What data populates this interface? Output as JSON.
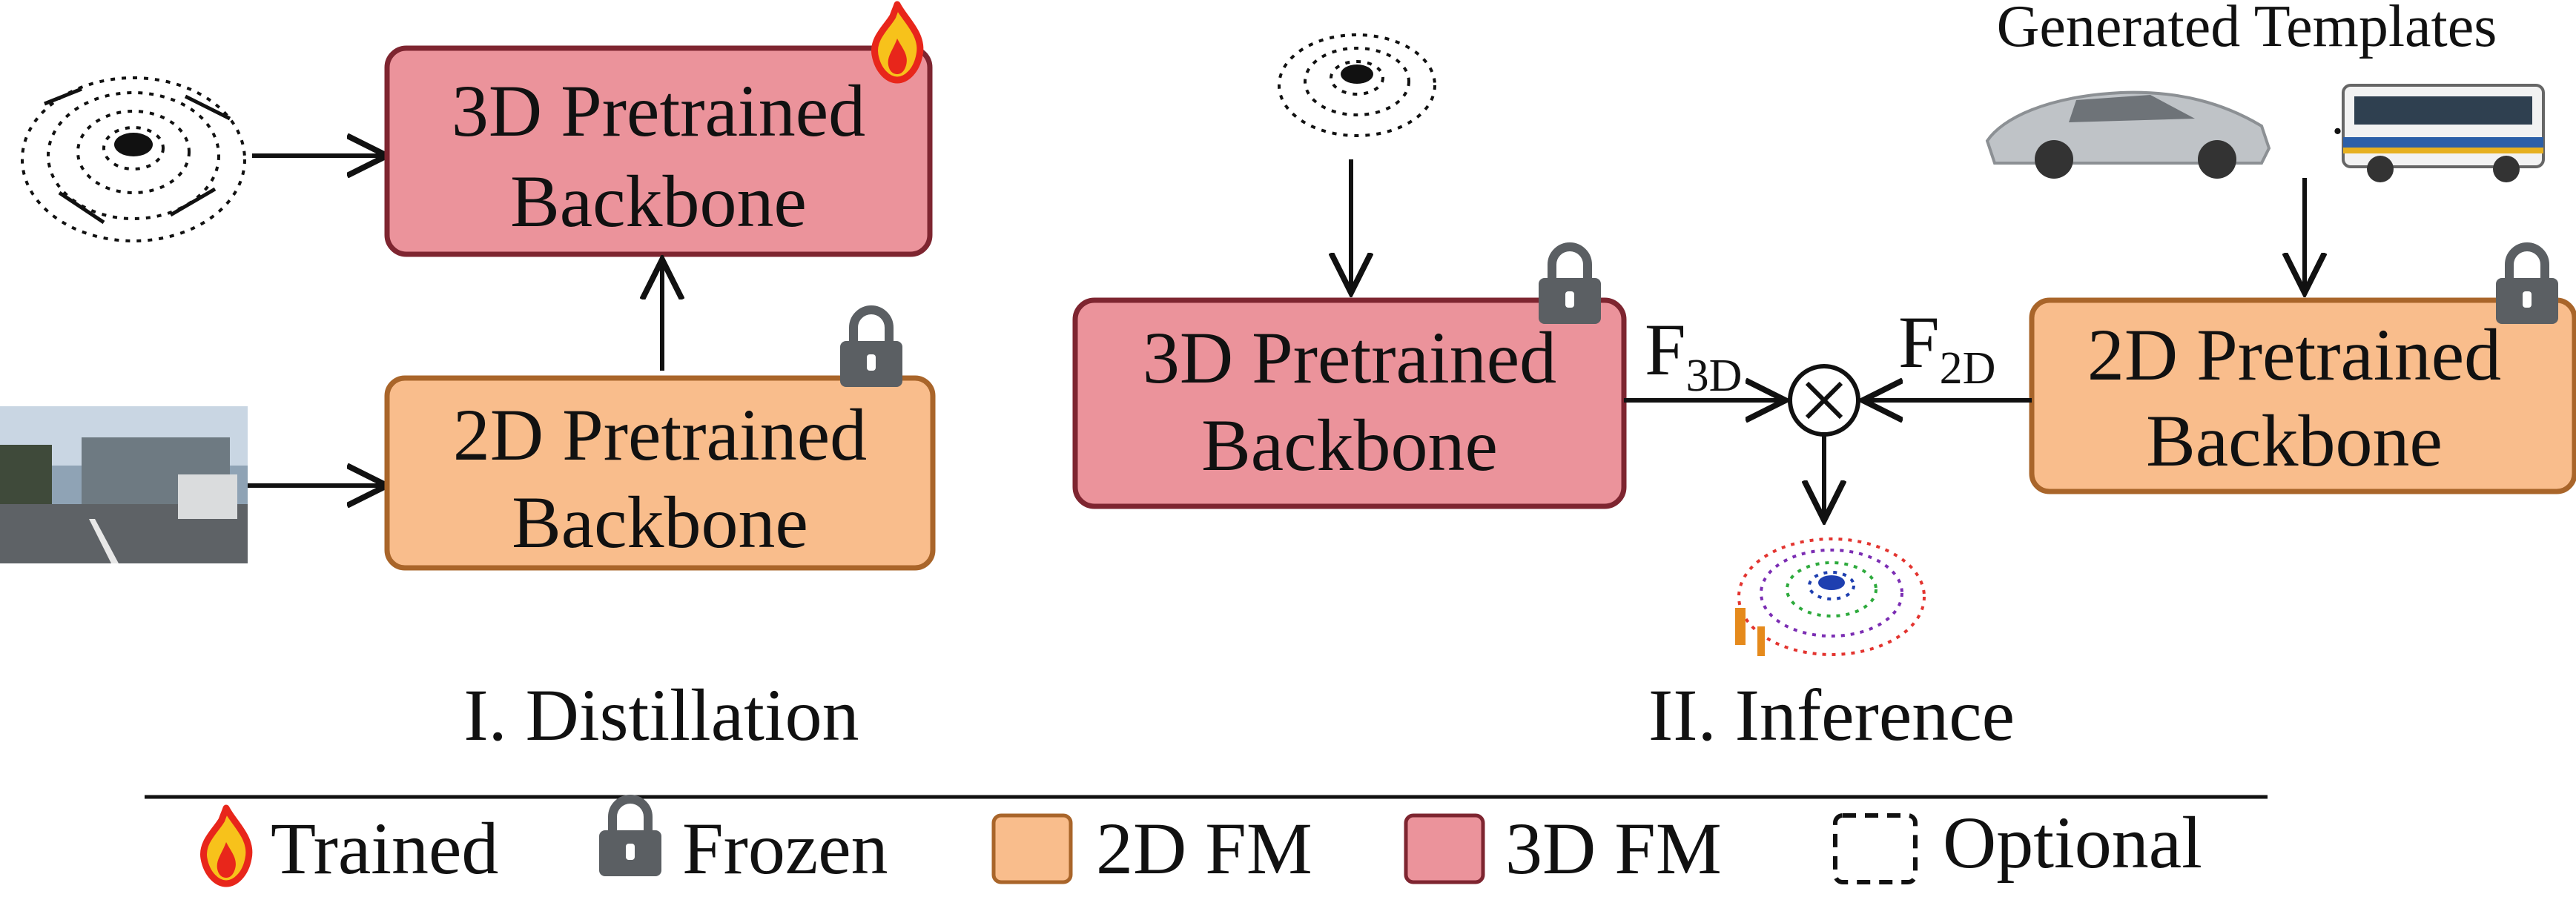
{
  "distillation": {
    "backbone_3d": {
      "line1": "3D Pretrained",
      "line2": "Backbone"
    },
    "backbone_2d": {
      "line1": "2D Pretrained",
      "line2": "Backbone"
    },
    "caption": "I. Distillation"
  },
  "inference": {
    "backbone_3d": {
      "line1": "3D Pretrained",
      "line2": "Backbone"
    },
    "backbone_2d": {
      "line1": "2D Pretrained",
      "line2": "Backbone"
    },
    "templates_label": "Generated Templates",
    "ellipsis": "...",
    "feature_3d": {
      "main": "F",
      "sub": "3D"
    },
    "feature_2d": {
      "main": "F",
      "sub": "2D"
    },
    "fuse_symbol": "×",
    "caption": "II. Inference"
  },
  "legend": {
    "trained": "Trained",
    "frozen": "Frozen",
    "fm_2d": "2D FM",
    "fm_3d": "3D FM",
    "optional": "Optional"
  },
  "colors": {
    "fm_2d_fill": "#F9BD8C",
    "fm_2d_stroke": "#A9652A",
    "fm_3d_fill": "#EB939B",
    "fm_3d_stroke": "#7E2530",
    "lock": "#5B5F63",
    "flame_outer": "#E8261B",
    "flame_inner": "#F7C21B"
  },
  "icons": {
    "trained": "flame-icon",
    "frozen": "lock-icon",
    "fuse": "circled-times-icon"
  }
}
